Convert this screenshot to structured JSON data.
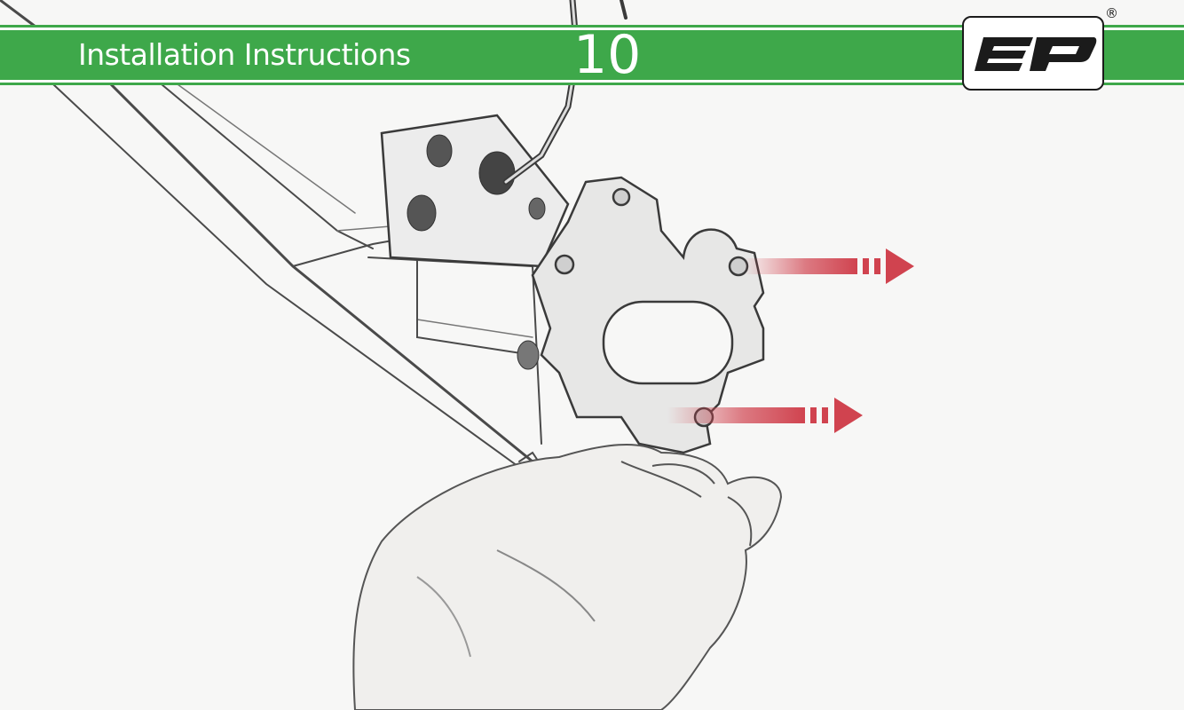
{
  "header": {
    "title": "Installation Instructions",
    "step_number": "10",
    "band_color": "#3ea84a"
  },
  "logo": {
    "text": "ep",
    "registered_mark": "®"
  },
  "illustration": {
    "arrow_color": "#d0434f",
    "icons": [
      "hand",
      "mounting-bracket",
      "right-arrow"
    ]
  }
}
